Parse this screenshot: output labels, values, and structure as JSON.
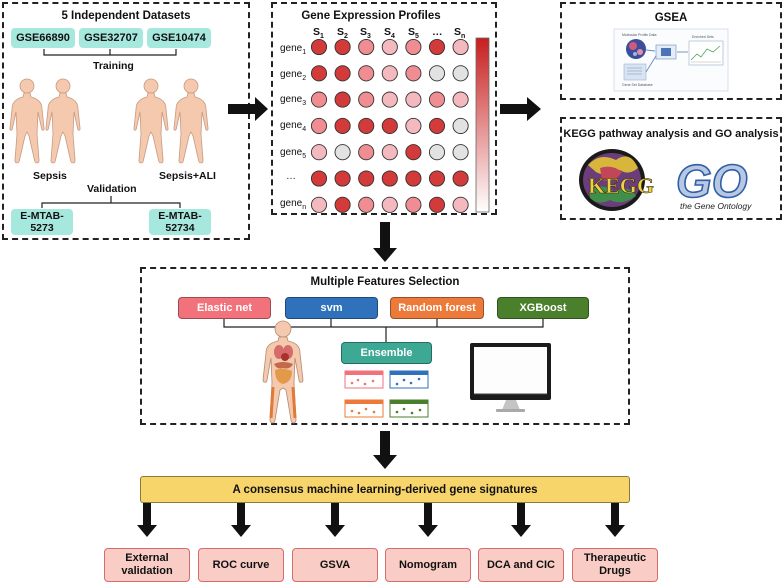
{
  "datasets": {
    "title": "5 Independent Datasets",
    "training_sets": [
      "GSE66890",
      "GSE32707",
      "GSE10474"
    ],
    "training_label": "Training",
    "group_sepsis": "Sepsis",
    "group_sepsis_ali": "Sepsis+ALI",
    "validation_label": "Validation",
    "validation_sets": [
      "E-MTAB-5273",
      "E-MTAB-52734"
    ]
  },
  "expression": {
    "title": "Gene Expression Profiles",
    "samples": [
      "S1",
      "S2",
      "S3",
      "S4",
      "S5",
      "...",
      "Sn"
    ],
    "genes": [
      "gene1",
      "gene2",
      "gene3",
      "gene4",
      "gene5",
      "...",
      "genen"
    ],
    "matrix_levels": [
      [
        3,
        3,
        2,
        1,
        2,
        3,
        1
      ],
      [
        3,
        3,
        2,
        1,
        2,
        0,
        0
      ],
      [
        2,
        3,
        2,
        1,
        1,
        2,
        1
      ],
      [
        2,
        3,
        3,
        3,
        1,
        3,
        0
      ],
      [
        1,
        0,
        2,
        1,
        3,
        0,
        0
      ],
      [
        3,
        3,
        3,
        3,
        3,
        3,
        3
      ],
      [
        1,
        3,
        2,
        1,
        2,
        3,
        1
      ]
    ],
    "level_colors": [
      "#e2e2e2",
      "#f4b9be",
      "#ef8d92",
      "#d33a3a"
    ]
  },
  "gsea": {
    "title": "GSEA",
    "thumb_labels": [
      "Molecular Profile Data",
      "Enriched Sets",
      "Gene Set Database"
    ]
  },
  "kegg_go": {
    "title": "KEGG pathway analysis and GO analysis",
    "kegg_logo": "KEGG",
    "go_logo": "GO",
    "go_subtitle": "the Gene Ontology"
  },
  "features": {
    "title": "Multiple Features Selection",
    "algorithms": [
      {
        "label": "Elastic net",
        "color": "#f2727c"
      },
      {
        "label": "svm",
        "color": "#2f72bb"
      },
      {
        "label": "Random forest",
        "color": "#ec7a3a"
      },
      {
        "label": "XGBoost",
        "color": "#4a7f2c"
      }
    ],
    "ensemble_label": "Ensemble",
    "ensemble_color": "#3da893"
  },
  "consensus": {
    "label": "A consensus machine learning-derived gene signatures",
    "color": "#f8d56b"
  },
  "outputs": [
    "External validation",
    "ROC curve",
    "GSVA",
    "Nomogram",
    "DCA and CIC",
    "Therapeutic Drugs"
  ],
  "icons": [
    "human-silhouette-icon",
    "anatomy-body-icon",
    "monitor-icon",
    "right-arrow-icon",
    "down-arrow-icon"
  ]
}
